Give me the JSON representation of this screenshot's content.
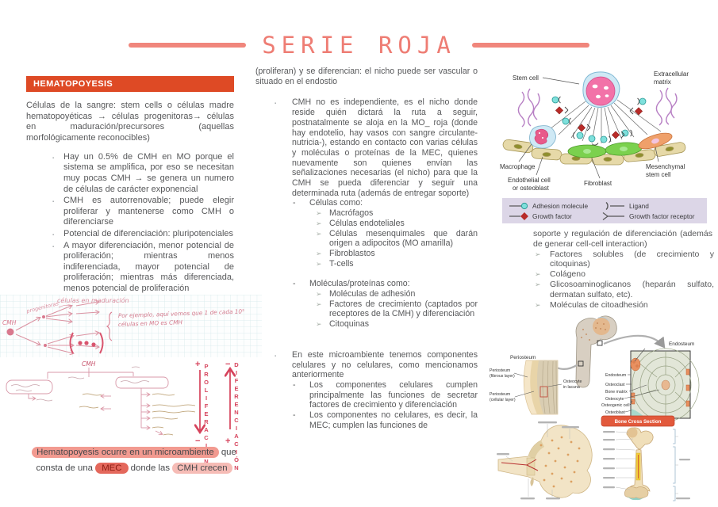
{
  "title": "SERIE ROJA",
  "colors": {
    "accent_banner": "#de4a25",
    "title_coral": "#ee7d74",
    "highlight_salmon": "#f29a90",
    "highlight_dark": "#e4685c",
    "highlight_light": "#f6bcb6",
    "sketch_pink": "#db93a2",
    "sketch_crimson": "#d6435c",
    "legend_bg": "#dcd6e7"
  },
  "left": {
    "banner": "HEMATOPOYESIS",
    "intro": "Células de la sangre: stem cells o células madre hematopoyéticas → células progenitoras→ células en maduración/precursores (aquellas morfológicamente reconocibles)",
    "bullets": [
      "Hay un 0.5% de CMH en MO porque el sistema se amplifica, por eso se necesitan muy pocas CMH → se genera un numero de células de carácter exponencial",
      "CMH es autorrenovable; puede elegir proliferar y mantenerse como CMH o diferenciarse",
      "Potencial de diferenciación: pluripotenciales",
      "A mayor diferenciación, menor potencial de proliferación; mientras menos indiferenciada, mayor potencial de proliferación; mientras más diferenciada, menos potencial de proliferación"
    ],
    "sketch": {
      "maduracion": "células en maduración",
      "progenitoras": "progenitoras",
      "cmh": "CMH",
      "note1": "Por ejemplo, aquí vemos que 1 de cada 10⁵",
      "note2": "células en MO es CMH",
      "cmh2": "CMH",
      "proliferacion": "PROLIFERACIÓN",
      "diferenciacion": "DIFERENCIACIÓN",
      "plus": "+",
      "minus": "−"
    },
    "highlight": {
      "seg1": "Hematopoyesis ocurre en un microambiente",
      "seg2": " que consta de una ",
      "seg3": "MEC",
      "seg4": " donde las ",
      "seg5": "CMH crecen"
    }
  },
  "middle": {
    "intro": "(proliferan) y se diferencian: el nicho puede ser vascular o situado en el endostio",
    "bullet1": "CMH no es independiente, es el nicho donde reside quién dictará la ruta a seguir, postnatalmente se aloja en la MO_ roja (donde hay endotelio, hay vasos con sangre circulante-nutricia-), estando en contacto con varias células y moléculas o proteínas de la MEC, quienes nuevamente son quienes envían las señalizaciones necesarias (el nicho) para que la CMH se pueda diferenciar y seguir una determinada ruta (además de entregar soporte)",
    "cells_label": "Células como:",
    "cells": [
      "Macrófagos",
      "Células endoteliales",
      "Células mesenquimales que darán origen a adipocitos (MO amarilla)",
      "Fibroblastos",
      "T-cells"
    ],
    "molecules_label": "Moléculas/proteínas como:",
    "molecules": [
      "Moléculas de adhesión",
      "Factores de crecimiento (captados por receptores de la CMH) y diferenciación",
      "Citoquinas"
    ],
    "bullet2": "En este microambiente tenemos componentes celulares y no celulares, como mencionamos anteriormente",
    "sub1": "Los componentes celulares cumplen principalmente las funciones de secretar factores de crecimiento y diferenciación",
    "sub2": "Los componentes no celulares, es decir, la MEC; cumplen las funciones de"
  },
  "right": {
    "niche": {
      "stem_cell": "Stem cell",
      "ecm_1": "Extracellular",
      "ecm_2": "matrix",
      "macrophage": "Macrophage",
      "endothelial_1": "Endothelial cell",
      "endothelial_2": "or osteoblast",
      "fibroblast": "Fibroblast",
      "mesenchymal_1": "Mesenchymal",
      "mesenchymal_2": "stem cell"
    },
    "legend": {
      "adhesion": "Adhesion molecule",
      "ligand": "Ligand",
      "growth_factor": "Growth factor",
      "gf_receptor": "Growth factor receptor"
    },
    "continuation": "soporte y regulación de diferenciación (además de generar cell-cell interaction)",
    "items": [
      "Factores solubles (de crecimiento y citoquinas)",
      "Colágeno",
      "Glicosoaminoglicanos (heparán sulfato, dermatan sulfato, etc).",
      "Moléculas de citoadhesión"
    ],
    "bone": {
      "periosteum": "Periosteum",
      "endosteum_top": "Endosteum",
      "periosteum_fibrous_1": "Periosteum",
      "periosteum_fibrous_2": "(fibrous layer)",
      "periosteum_cellular_1": "Periosteum",
      "periosteum_cellular_2": "(cellular layer)",
      "osteocyte_lacuna_1": "Osteocyte",
      "osteocyte_lacuna_2": "in lacuna",
      "frame_labels": [
        "Endosteum",
        "Osteoclast",
        "Bone matrix",
        "Osteocyte",
        "Osteogenic cell",
        "Osteoblast"
      ],
      "badge": "Bone Cross Section"
    }
  }
}
